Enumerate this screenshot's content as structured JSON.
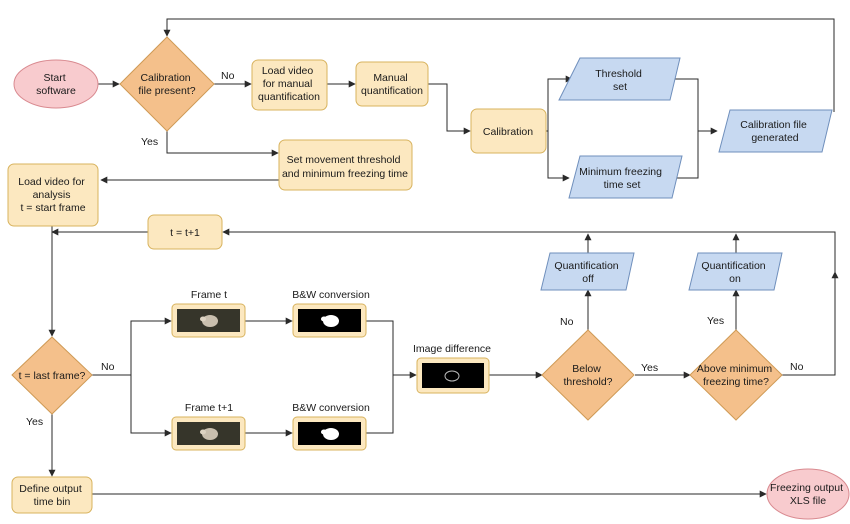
{
  "colors": {
    "process_fill": "#fce8c0",
    "process_stroke": "#d8b35e",
    "decision_fill": "#f4c08b",
    "decision_stroke": "#cf9a55",
    "terminal_fill": "#f8cbce",
    "terminal_stroke": "#d98a90",
    "io_fill": "#c7d9f1",
    "io_stroke": "#6f8fbc",
    "line": "#2a2a2a"
  },
  "nodes": {
    "start": [
      "Start",
      "software"
    ],
    "calib_decision": [
      "Calibration",
      "file present?"
    ],
    "load_manual": [
      "Load video",
      "for manual",
      "quantification"
    ],
    "manual_quant": [
      "Manual",
      "quantification"
    ],
    "calibration": [
      "Calibration"
    ],
    "threshold_set": [
      "Threshold",
      "set"
    ],
    "min_freeze_set": [
      "Minimum freezing",
      "time set"
    ],
    "calib_generated": [
      "Calibration file",
      "generated"
    ],
    "set_threshold": [
      "Set movement threshold",
      "and minimum freezing time"
    ],
    "load_analysis": [
      "Load video for",
      "analysis",
      "t = start frame"
    ],
    "t_increment": [
      "t = t+1"
    ],
    "last_frame": [
      "t = last frame?"
    ],
    "frame_t_caption": [
      "Frame t"
    ],
    "frame_t1_caption": [
      "Frame t+1"
    ],
    "bw1_caption": [
      "B&W conversion"
    ],
    "bw2_caption": [
      "B&W conversion"
    ],
    "imgdiff_caption": [
      "Image difference"
    ],
    "below_threshold": [
      "Below",
      "threshold?"
    ],
    "above_min": [
      "Above minimum",
      "freezing time?"
    ],
    "quant_off": [
      "Quantification",
      "off"
    ],
    "quant_on": [
      "Quantification",
      "on"
    ],
    "define_bin": [
      "Define output",
      "time bin"
    ],
    "output": [
      "Freezing output",
      "XLS file"
    ]
  },
  "edge_labels": {
    "calib_no": "No",
    "calib_yes": "Yes",
    "last_no": "No",
    "last_yes": "Yes",
    "below_no": "No",
    "below_yes": "Yes",
    "above_yes": "Yes",
    "above_no": "No"
  }
}
